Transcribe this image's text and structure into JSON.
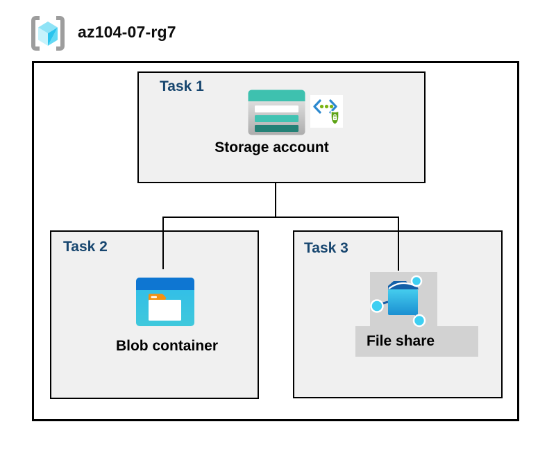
{
  "header": {
    "resource_group_name": "az104-07-rg7",
    "resource_group_icon": "resource-group-icon"
  },
  "tasks": [
    {
      "label": "Task 1",
      "resource": "Storage account",
      "icons": [
        "storage-account-icon",
        "shared-access-signature-icon"
      ]
    },
    {
      "label": "Task 2",
      "resource": "Blob container",
      "icons": [
        "blob-container-icon"
      ]
    },
    {
      "label": "Task 3",
      "resource": "File share",
      "icons": [
        "file-share-icon"
      ]
    }
  ],
  "connections": [
    {
      "from": "Storage account",
      "to": "Blob container"
    },
    {
      "from": "Storage account",
      "to": "File share"
    }
  ],
  "colors": {
    "task_label": "#17466F",
    "task_box_fill": "#F0F0F0",
    "box_border": "#000000",
    "connector": "#000000",
    "storage_teal": "#3EC1AF",
    "storage_teal_dark": "#238176",
    "blob_header_blue": "#0E76D2",
    "blob_body_cyan": "#2FBCEA",
    "folder_tab_orange": "#F29111",
    "file_share_blue": "#1B8FD1",
    "file_share_node_cyan": "#3ECFF2",
    "highlight_gray": "#D2D2D2",
    "bracket_gray": "#9D9D9D",
    "cube_cyan": "#2AC4EE",
    "sas_bracket_blue": "#2C89CF",
    "sas_shield_green": "#5CA314",
    "sas_dot_green": "#7BB414"
  }
}
